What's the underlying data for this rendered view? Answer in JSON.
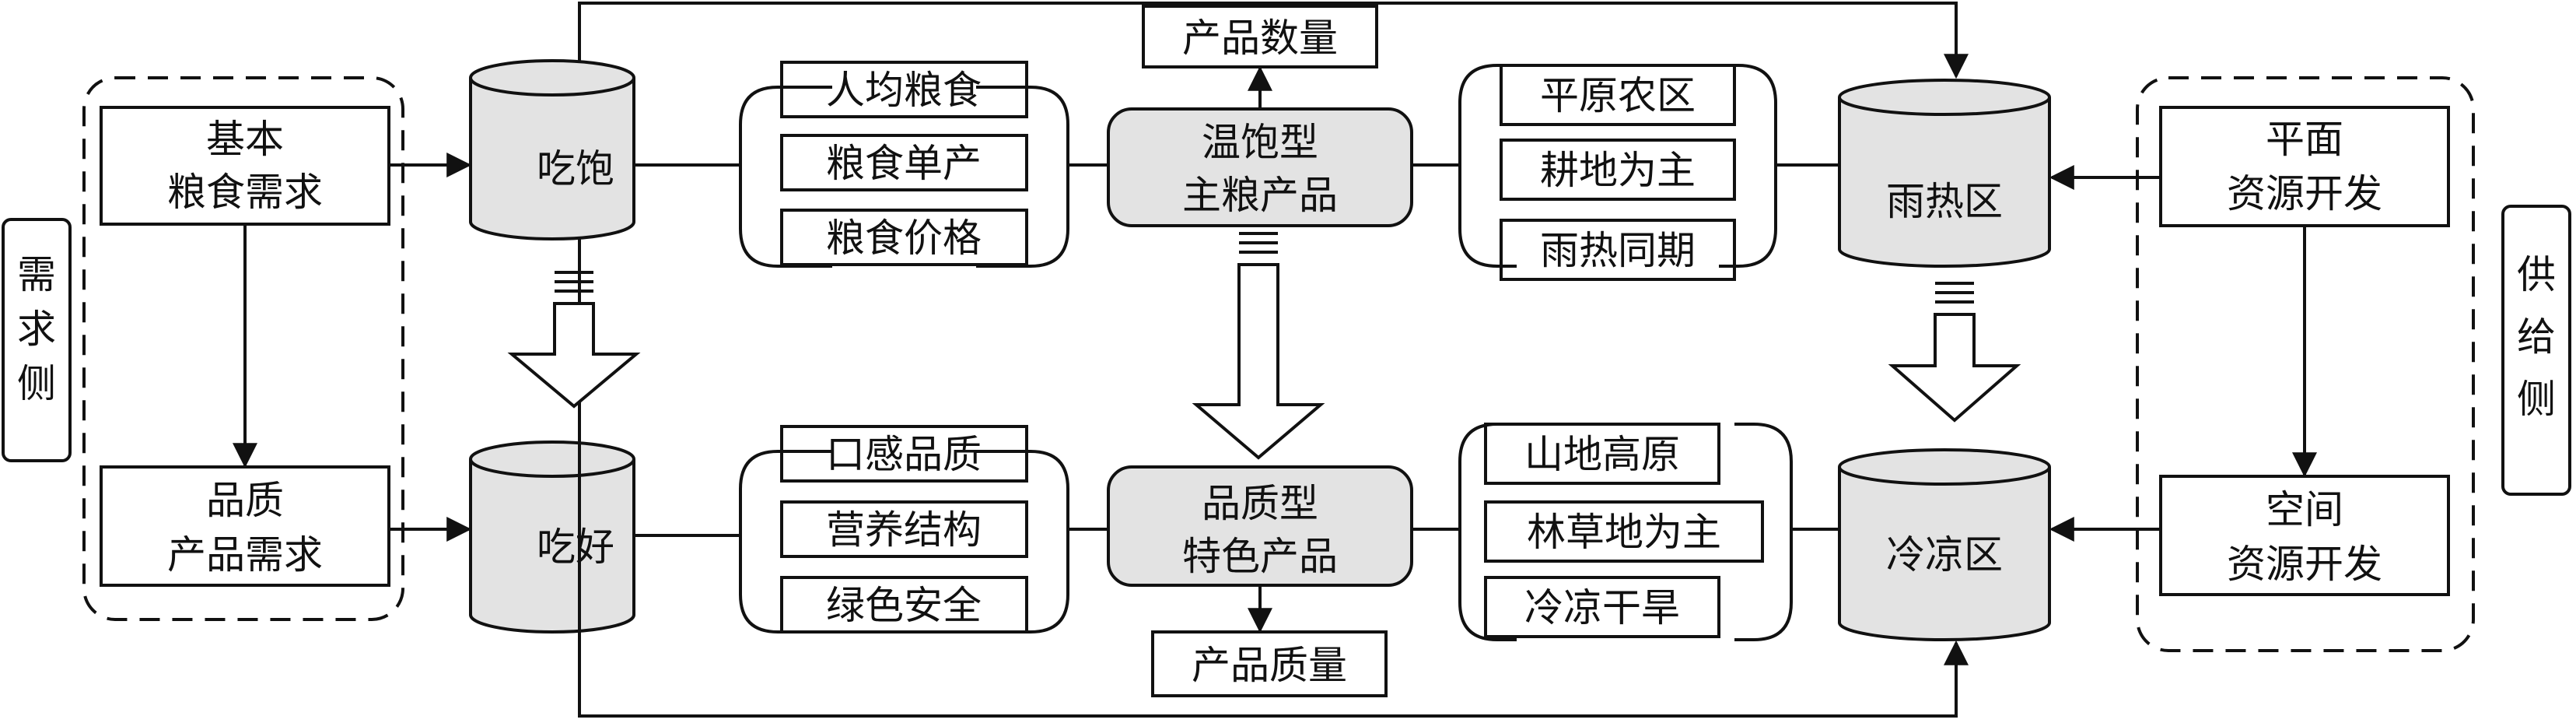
{
  "demand_side": {
    "label": "需求侧",
    "basic_need": [
      "基本",
      "粮食需求"
    ],
    "quality_need": [
      "品质",
      "产品需求"
    ]
  },
  "supply_side": {
    "label": "供给侧",
    "plane_dev": [
      "平面",
      "资源开发"
    ],
    "space_dev": [
      "空间",
      "资源开发"
    ]
  },
  "cylinders": {
    "eat_full": "吃饱",
    "eat_well": "吃好",
    "rain_heat": "雨热区",
    "cool": "冷凉区"
  },
  "top_factors": [
    "人均粮食",
    "粮食单产",
    "粮食价格"
  ],
  "bottom_factors": [
    "口感品质",
    "营养结构",
    "绿色安全"
  ],
  "top_product": [
    "温饱型",
    "主粮产品"
  ],
  "bottom_product": [
    "品质型",
    "特色产品"
  ],
  "top_output": "产品数量",
  "bottom_output": "产品质量",
  "top_conditions": [
    "平原农区",
    "耕地为主",
    "雨热同期"
  ],
  "bottom_conditions": [
    "山地高原",
    "林草地为主",
    "冷凉干旱"
  ]
}
